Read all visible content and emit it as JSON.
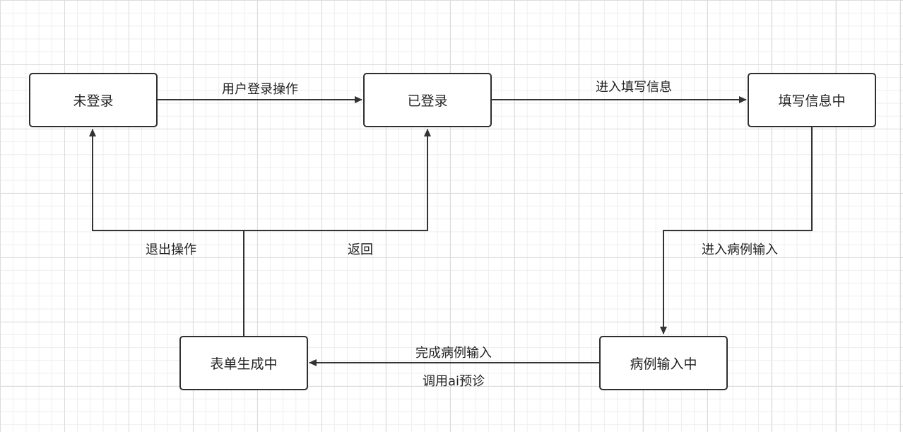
{
  "nodes": {
    "not_logged_in": "未登录",
    "logged_in": "已登录",
    "filling_info": "填写信息中",
    "case_input": "病例输入中",
    "form_generating": "表单生成中"
  },
  "edges": {
    "login": "用户登录操作",
    "enter_fill_info": "进入填写信息",
    "enter_case_input": "进入病例输入",
    "complete_case_input": "完成病例输入",
    "call_ai": "调用ai预诊",
    "logout": "退出操作",
    "back": "返回"
  },
  "colors": {
    "line": "#333333",
    "node_border": "#2f2f2f",
    "grid": "#dcdcdc"
  }
}
